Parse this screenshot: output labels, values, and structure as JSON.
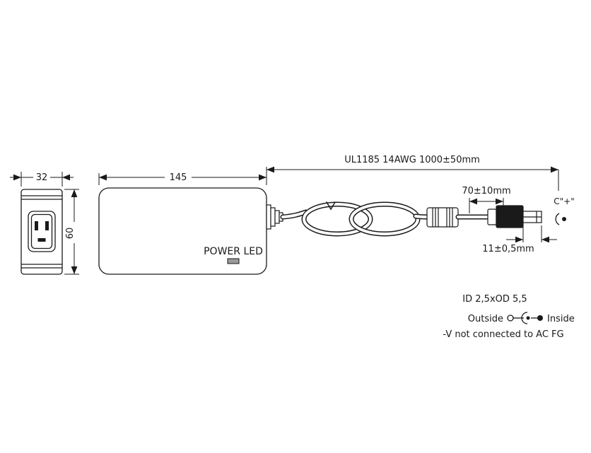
{
  "drawing": {
    "front_view": {
      "width_dim": "32",
      "height_dim": "60"
    },
    "side_view": {
      "length_dim": "145",
      "power_led_label": "POWER LED"
    },
    "cable": {
      "spec_dim": "UL1185 14AWG 1000±50mm",
      "ferrite_to_plug_dim": "70±10mm",
      "barrel_dim": "11±0,5mm",
      "tip_polarity_label": "C\"+\""
    },
    "notes": {
      "plug_size": "ID 2,5xOD 5,5",
      "polarity_left_label": "Outside",
      "polarity_right_label": "Inside",
      "fg_note": "-V not connected to AC FG"
    }
  },
  "colors": {
    "line": "#1a1a1a",
    "fill_dark": "#1a1a1a",
    "led_fill": "#9a9a9a",
    "background": "#ffffff"
  }
}
